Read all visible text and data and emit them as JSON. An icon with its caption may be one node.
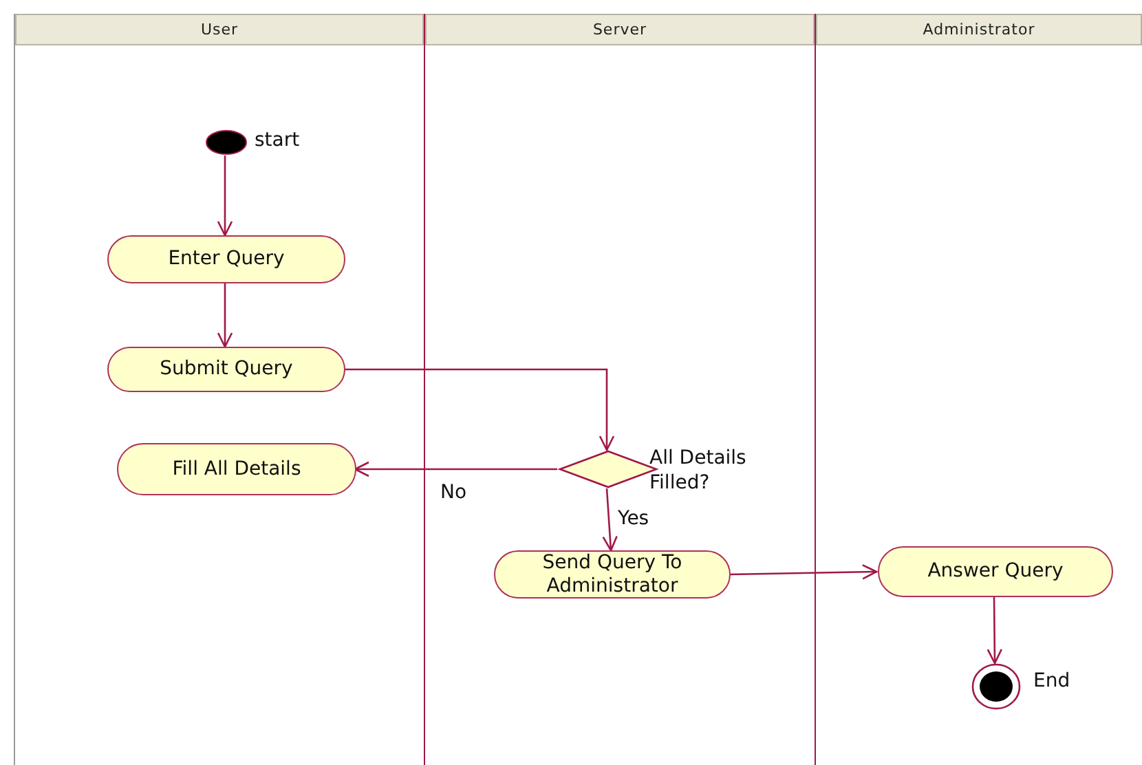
{
  "diagram": {
    "nodes": [
      {
        "text": [
          "User"
        ]
      },
      {
        "text": [
          "Server"
        ]
      },
      {
        "text": [
          "Administrator"
        ]
      },
      {
        "text": [],
        "shape": "circle",
        "beside": [
          "start"
        ],
        "in": 0
      },
      {
        "text": [
          "Enter Query"
        ],
        "in": 0
      },
      {
        "text": [
          "Submit Query"
        ],
        "in": 0
      },
      {
        "text": [
          "Fill All Details"
        ],
        "in": 0
      },
      {
        "text": [],
        "shape": "diamond",
        "beside": [
          "All Details Filled?"
        ],
        "in": 1
      },
      {
        "text": [
          "Send Query To Administrator"
        ],
        "in": 1
      },
      {
        "text": [
          "Answer Query"
        ],
        "in": 2
      },
      {
        "text": [],
        "shape": "bullseye",
        "beside": [
          "End"
        ],
        "in": 2
      }
    ],
    "edges": [
      {
        "from": 3,
        "to": 4,
        "arrow": "to"
      },
      {
        "from": 4,
        "to": 5,
        "arrow": "to"
      },
      {
        "from": 5,
        "to": 7,
        "arrow": "to"
      },
      {
        "from": 7,
        "to": 6,
        "arrow": "to",
        "label": "No"
      },
      {
        "from": 7,
        "to": 8,
        "arrow": "to",
        "label": "Yes"
      },
      {
        "from": 8,
        "to": 9,
        "arrow": "to"
      },
      {
        "from": 9,
        "to": 10,
        "arrow": "to"
      }
    ]
  }
}
